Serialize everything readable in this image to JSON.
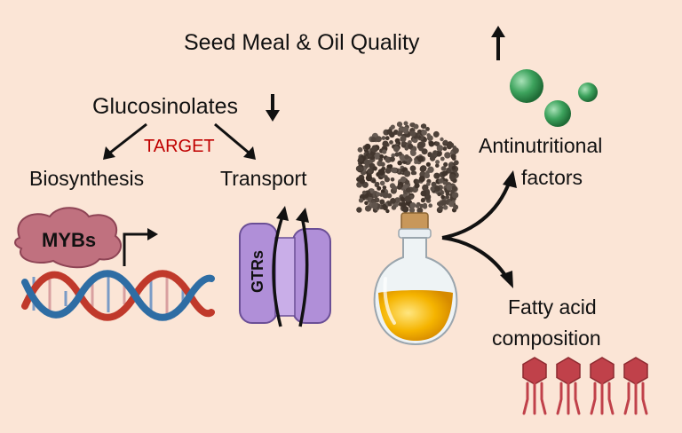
{
  "title": "Seed Meal & Oil Quality",
  "glucosinolates": "Glucosinolates",
  "target_label": "TARGET",
  "biosynthesis": "Biosynthesis",
  "transport": "Transport",
  "mybs": "MYBs",
  "gtrs": "GTRs",
  "antinutritional": {
    "line1": "Antinutritional",
    "line2": "factors"
  },
  "fatty_acid": {
    "line1": "Fatty acid",
    "line2": "composition"
  },
  "colors": {
    "background": "#fbe5d6",
    "target": "#c00000",
    "protein": "#c0717f",
    "dna_red": "#c0392b",
    "dna_blue": "#2e6da4",
    "transporter": "#b08fd8",
    "spheres": "#3da35d",
    "oil": "#f5b400",
    "lipid_head": "#c0414a"
  },
  "icons": [
    "up-arrow-icon",
    "down-arrow-icon",
    "protein-blob-icon",
    "dna-helix-icon",
    "transporter-icon",
    "seeds-icon",
    "oil-bottle-icon",
    "spheres-icon",
    "lipid-icon"
  ]
}
